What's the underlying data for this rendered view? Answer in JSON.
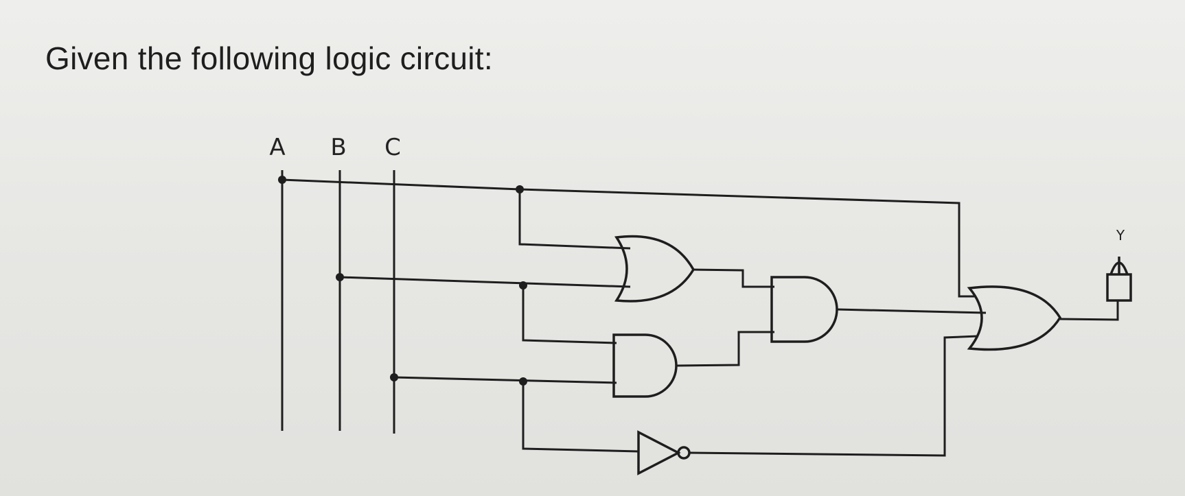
{
  "question": {
    "text": "Given the following logic circuit:"
  },
  "inputs": {
    "a": "A",
    "b": "B",
    "c": "C"
  },
  "output": {
    "label": "Y"
  }
}
